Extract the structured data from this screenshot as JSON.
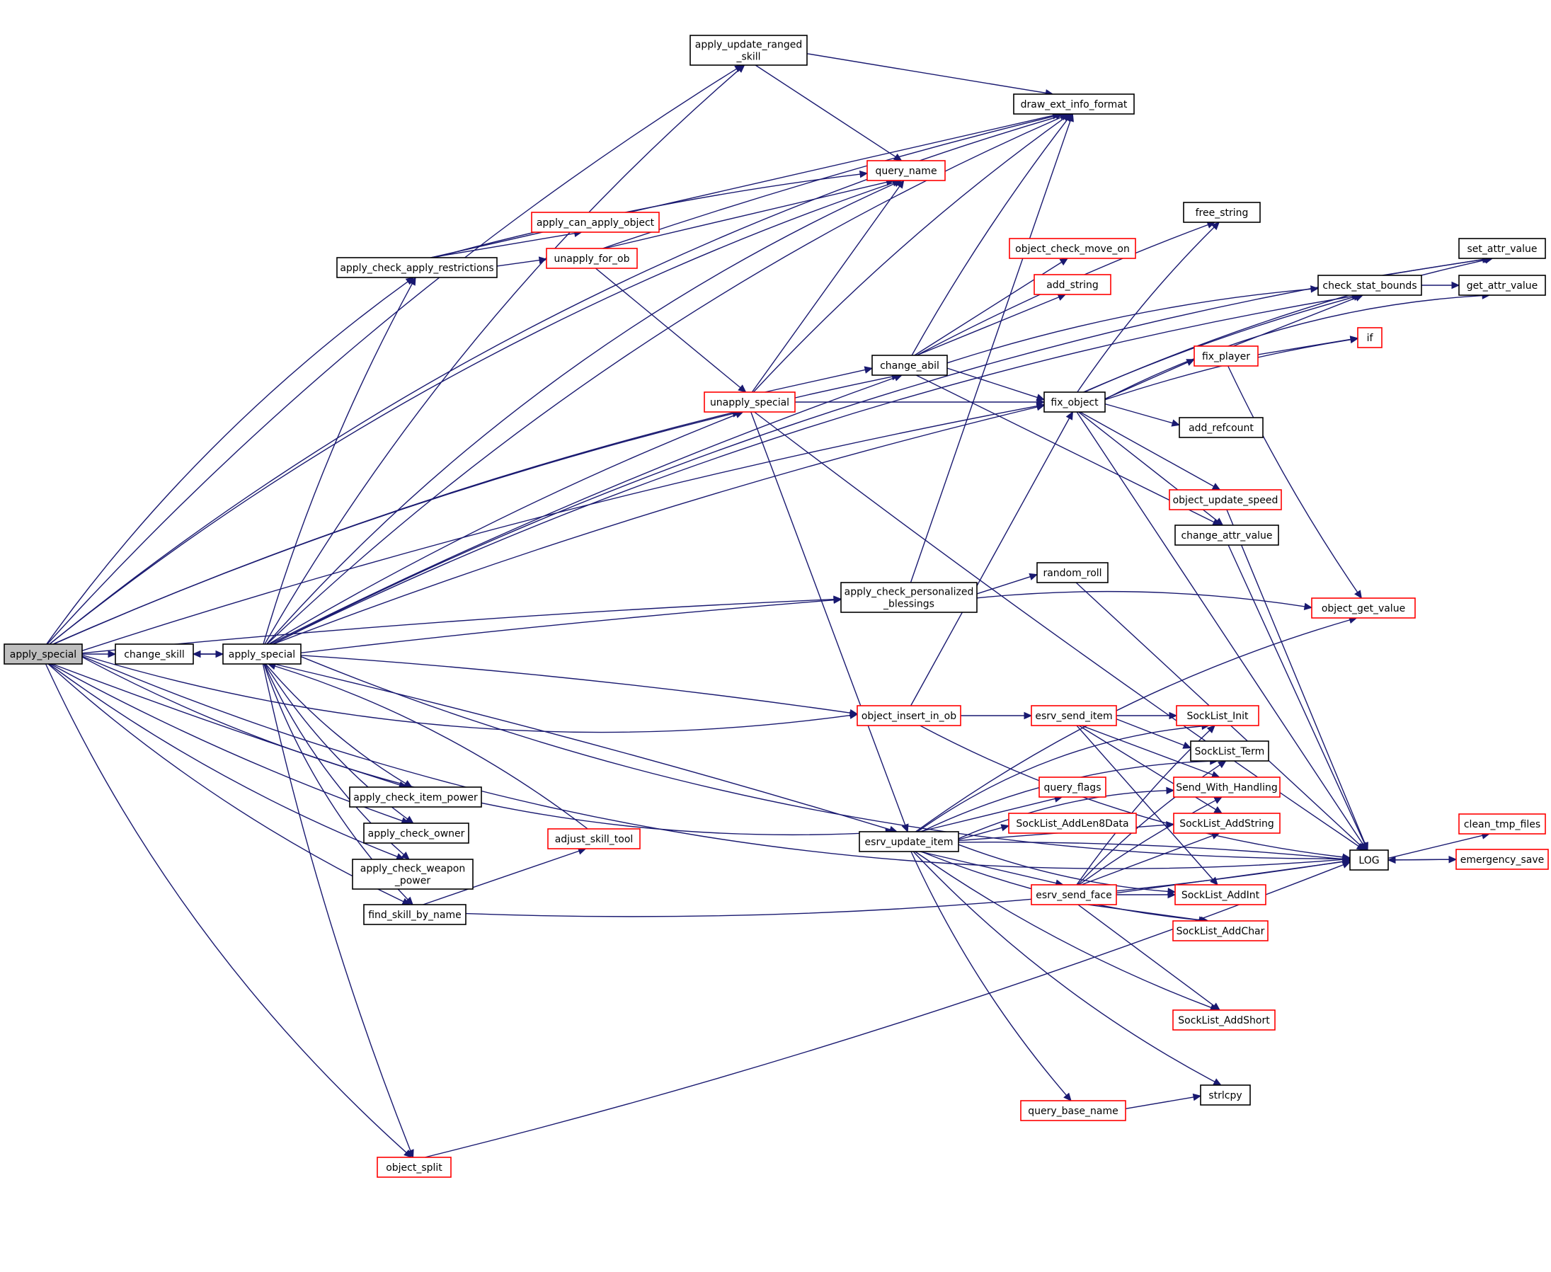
{
  "diagram": {
    "colors": {
      "edge": "#191970",
      "external_node_border": "#ff0000",
      "node_border": "#000000",
      "root_fill": "#bfbfbf"
    },
    "nodes": [
      {
        "id": "apply_special_root",
        "lines": [
          "apply_special"
        ],
        "style": "root"
      },
      {
        "id": "change_skill",
        "lines": [
          "change_skill"
        ],
        "style": "normal"
      },
      {
        "id": "apply_special",
        "lines": [
          "apply_special"
        ],
        "style": "normal"
      },
      {
        "id": "apply_update_ranged_skill",
        "lines": [
          "apply_update_ranged",
          "_skill"
        ],
        "style": "normal"
      },
      {
        "id": "draw_ext_info_format",
        "lines": [
          "draw_ext_info_format"
        ],
        "style": "normal"
      },
      {
        "id": "query_name",
        "lines": [
          "query_name"
        ],
        "style": "red"
      },
      {
        "id": "apply_can_apply_object",
        "lines": [
          "apply_can_apply_object"
        ],
        "style": "red"
      },
      {
        "id": "apply_check_apply_restrictions",
        "lines": [
          "apply_check_apply_restrictions"
        ],
        "style": "normal"
      },
      {
        "id": "unapply_for_ob",
        "lines": [
          "unapply_for_ob"
        ],
        "style": "red"
      },
      {
        "id": "free_string",
        "lines": [
          "free_string"
        ],
        "style": "normal"
      },
      {
        "id": "object_check_move_on",
        "lines": [
          "object_check_move_on"
        ],
        "style": "red"
      },
      {
        "id": "add_string",
        "lines": [
          "add_string"
        ],
        "style": "red"
      },
      {
        "id": "set_attr_value",
        "lines": [
          "set_attr_value"
        ],
        "style": "normal"
      },
      {
        "id": "check_stat_bounds",
        "lines": [
          "check_stat_bounds"
        ],
        "style": "normal"
      },
      {
        "id": "get_attr_value",
        "lines": [
          "get_attr_value"
        ],
        "style": "normal"
      },
      {
        "id": "change_abil",
        "lines": [
          "change_abil"
        ],
        "style": "normal"
      },
      {
        "id": "fix_player",
        "lines": [
          "fix_player"
        ],
        "style": "red"
      },
      {
        "id": "if",
        "lines": [
          "if"
        ],
        "style": "red"
      },
      {
        "id": "unapply_special",
        "lines": [
          "unapply_special"
        ],
        "style": "red"
      },
      {
        "id": "fix_object",
        "lines": [
          "fix_object"
        ],
        "style": "normal"
      },
      {
        "id": "add_refcount",
        "lines": [
          "add_refcount"
        ],
        "style": "normal"
      },
      {
        "id": "object_update_speed",
        "lines": [
          "object_update_speed"
        ],
        "style": "red"
      },
      {
        "id": "change_attr_value",
        "lines": [
          "change_attr_value"
        ],
        "style": "normal"
      },
      {
        "id": "random_roll",
        "lines": [
          "random_roll"
        ],
        "style": "normal"
      },
      {
        "id": "apply_check_personalized_blessings",
        "lines": [
          "apply_check_personalized",
          "_blessings"
        ],
        "style": "normal"
      },
      {
        "id": "object_get_value",
        "lines": [
          "object_get_value"
        ],
        "style": "red"
      },
      {
        "id": "object_insert_in_ob",
        "lines": [
          "object_insert_in_ob"
        ],
        "style": "red"
      },
      {
        "id": "esrv_send_item",
        "lines": [
          "esrv_send_item"
        ],
        "style": "red"
      },
      {
        "id": "SockList_Init",
        "lines": [
          "SockList_Init"
        ],
        "style": "red"
      },
      {
        "id": "SockList_Term",
        "lines": [
          "SockList_Term"
        ],
        "style": "normal"
      },
      {
        "id": "Send_With_Handling",
        "lines": [
          "Send_With_Handling"
        ],
        "style": "red"
      },
      {
        "id": "query_flags",
        "lines": [
          "query_flags"
        ],
        "style": "red"
      },
      {
        "id": "SockList_AddString",
        "lines": [
          "SockList_AddString"
        ],
        "style": "red"
      },
      {
        "id": "SockList_AddLen8Data",
        "lines": [
          "SockList_AddLen8Data"
        ],
        "style": "red"
      },
      {
        "id": "apply_check_item_power",
        "lines": [
          "apply_check_item_power"
        ],
        "style": "normal"
      },
      {
        "id": "apply_check_owner",
        "lines": [
          "apply_check_owner"
        ],
        "style": "normal"
      },
      {
        "id": "adjust_skill_tool",
        "lines": [
          "adjust_skill_tool"
        ],
        "style": "red"
      },
      {
        "id": "esrv_update_item",
        "lines": [
          "esrv_update_item"
        ],
        "style": "normal"
      },
      {
        "id": "apply_check_weapon_power",
        "lines": [
          "apply_check_weapon",
          "_power"
        ],
        "style": "normal"
      },
      {
        "id": "LOG",
        "lines": [
          "LOG"
        ],
        "style": "normal"
      },
      {
        "id": "clean_tmp_files",
        "lines": [
          "clean_tmp_files"
        ],
        "style": "red"
      },
      {
        "id": "emergency_save",
        "lines": [
          "emergency_save"
        ],
        "style": "red"
      },
      {
        "id": "esrv_send_face",
        "lines": [
          "esrv_send_face"
        ],
        "style": "red"
      },
      {
        "id": "SockList_AddInt",
        "lines": [
          "SockList_AddInt"
        ],
        "style": "red"
      },
      {
        "id": "find_skill_by_name",
        "lines": [
          "find_skill_by_name"
        ],
        "style": "normal"
      },
      {
        "id": "SockList_AddChar",
        "lines": [
          "SockList_AddChar"
        ],
        "style": "red"
      },
      {
        "id": "SockList_AddShort",
        "lines": [
          "SockList_AddShort"
        ],
        "style": "red"
      },
      {
        "id": "strlcpy",
        "lines": [
          "strlcpy"
        ],
        "style": "normal"
      },
      {
        "id": "query_base_name",
        "lines": [
          "query_base_name"
        ],
        "style": "red"
      },
      {
        "id": "object_split",
        "lines": [
          "object_split"
        ],
        "style": "red"
      }
    ]
  }
}
